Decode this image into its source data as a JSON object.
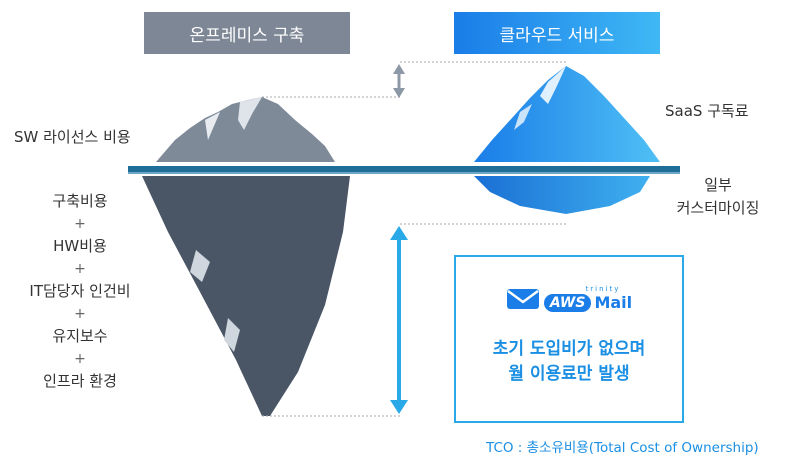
{
  "headers": {
    "left": "온프레미스 구축",
    "right": "클라우드 서비스"
  },
  "left_labels": {
    "above_water": "SW 라이선스 비용",
    "list": [
      "구축비용",
      "+",
      "HW비용",
      "+",
      "IT담당자 인건비",
      "+",
      "유지보수",
      "+",
      "인프라 환경"
    ]
  },
  "right_labels": {
    "above_water": "SaaS 구독료",
    "below_water": [
      "일부",
      "커스터마이징"
    ]
  },
  "promo": {
    "logo_small": "trinity",
    "logo_badge": "AWS",
    "logo_text": "Mail",
    "lines": [
      "초기 도입비가 없으며",
      "월 이용료만 발생"
    ]
  },
  "footnote": "TCO : 총소유비용(Total Cost of Ownership)",
  "colors": {
    "onprem_header": "#7d8796",
    "cloud_header_start": "#1a7de8",
    "cloud_header_end": "#3fb8f5",
    "waterline": "#1f6d99",
    "accent": "#1a8fe3"
  }
}
